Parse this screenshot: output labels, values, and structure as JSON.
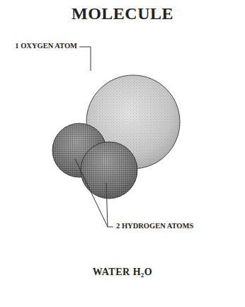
{
  "diagram": {
    "title": "MOLECULE",
    "caption": "WATER H₂O",
    "labels": [
      "1 OXYGEN ATOM",
      "2 HYDROGEN ATOMS"
    ]
  }
}
